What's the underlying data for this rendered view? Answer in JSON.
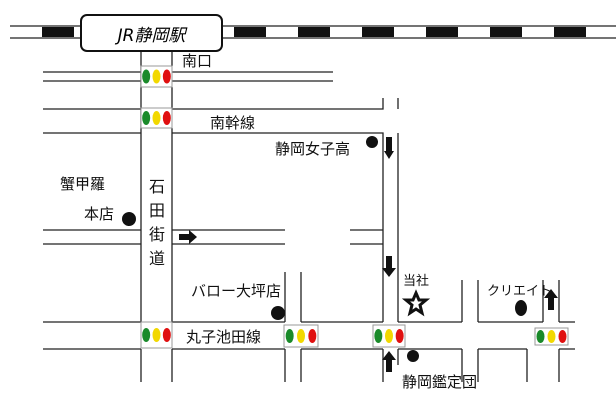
{
  "station": {
    "name": "JR静岡駅"
  },
  "roads": {
    "south_exit": "南口",
    "nankan_line": "南幹線",
    "ishida_kaido": "石田街道",
    "mariko_ikeda_line": "丸子池田線"
  },
  "landmarks": {
    "girls_high": "静岡女子高",
    "kanikora_1": "蟹甲羅",
    "kanikora_2": "本店",
    "valor": "バロー大坪店",
    "our_company": "当社",
    "create": "クリエイト",
    "kanteidan": "静岡鑑定団"
  },
  "colors": {
    "signal_green": "#1a8a2a",
    "signal_yellow": "#f2d800",
    "signal_red": "#e01010",
    "road": "#222222"
  }
}
